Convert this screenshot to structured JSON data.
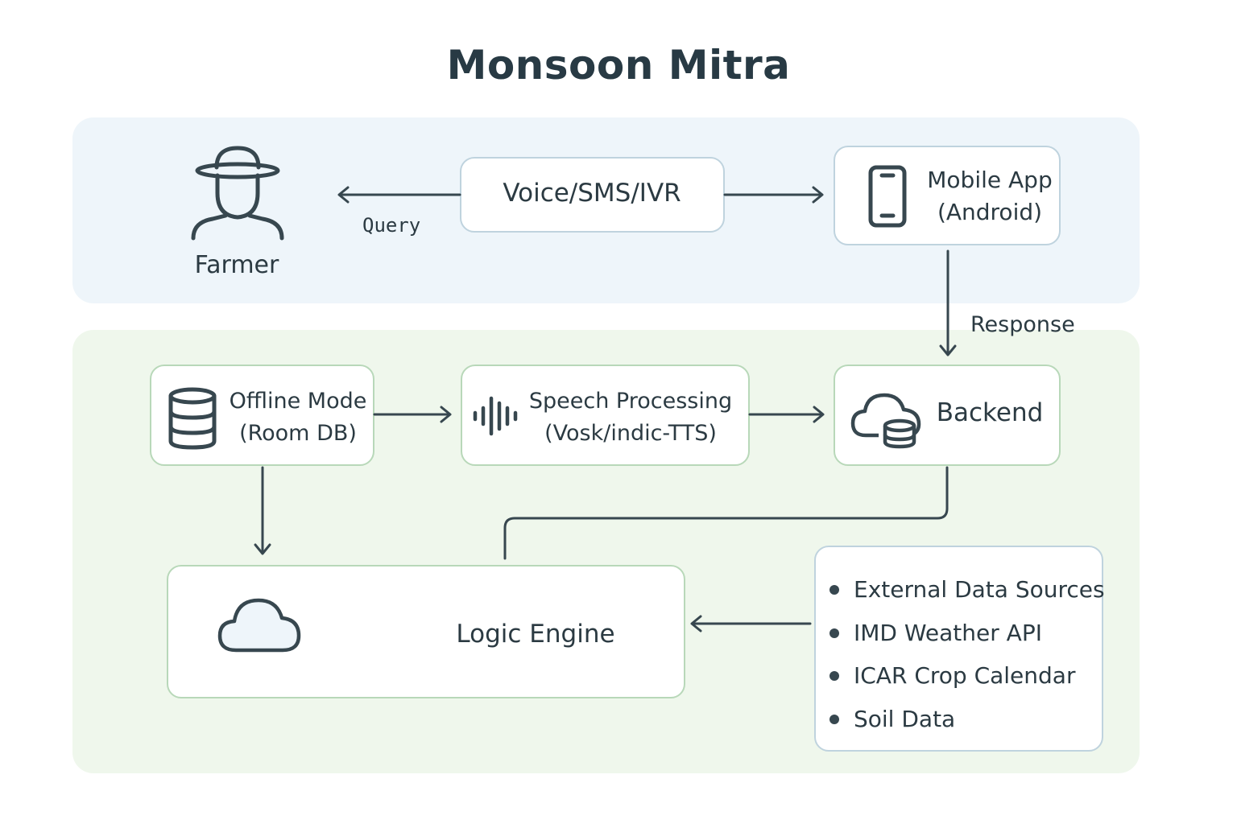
{
  "title": "Monsoon Mitra",
  "colors": {
    "top_panel": "#eef5fa",
    "bottom_panel": "#eff7ec",
    "blue_border": "#bfd3de",
    "green_border": "#b8d8b9",
    "ink": "#37474f"
  },
  "nodes": {
    "farmer": {
      "label": "Farmer",
      "icon": "farmer-icon"
    },
    "channel": {
      "label": "Voice/SMS/IVR"
    },
    "mobile_app": {
      "line1": "Mobile App",
      "line2": "(Android)",
      "icon": "smartphone-icon"
    },
    "offline_mode": {
      "line1": "Offline Mode",
      "line2": "(Room DB)",
      "icon": "database-icon"
    },
    "speech": {
      "line1": "Speech Processing",
      "line2": "(Vosk/indic-TTS)",
      "icon": "sound-wave-icon"
    },
    "backend": {
      "label": "Backend",
      "icon": "cloud-database-icon"
    },
    "logic_engine": {
      "label": "Logic Engine",
      "icon": "cloud-icon"
    },
    "external": {
      "items": [
        "External Data Sources",
        "IMD Weather API",
        "ICAR Crop Calendar",
        "Soil Data"
      ]
    }
  },
  "edges": {
    "query": "Query",
    "response": "Response"
  }
}
